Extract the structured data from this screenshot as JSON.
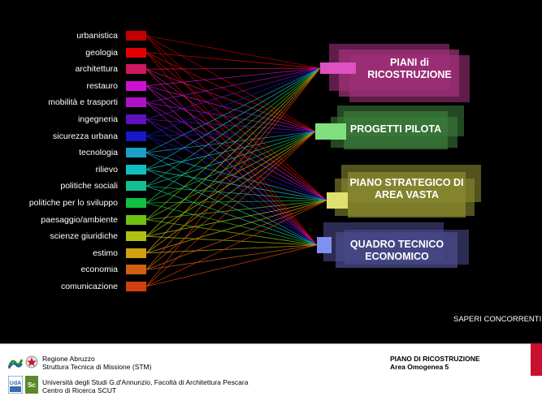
{
  "disciplines": [
    {
      "label": "urbanistica",
      "color": "#c00000"
    },
    {
      "label": "geologia",
      "color": "#e00000"
    },
    {
      "label": "architettura",
      "color": "#d01860"
    },
    {
      "label": "restauro",
      "color": "#d010d0"
    },
    {
      "label": "mobilità e trasporti",
      "color": "#b010c8"
    },
    {
      "label": "ingegneria",
      "color": "#6010c0"
    },
    {
      "label": "sicurezza urbana",
      "color": "#1818c8"
    },
    {
      "label": "tecnologia",
      "color": "#18a0c8"
    },
    {
      "label": "rilievo",
      "color": "#10c0c0"
    },
    {
      "label": "politiche sociali",
      "color": "#10c090"
    },
    {
      "label": "politiche per lo sviluppo",
      "color": "#10c040"
    },
    {
      "label": "paesaggio/ambiente",
      "color": "#70c010"
    },
    {
      "label": "scienze giuridiche",
      "color": "#b0c010"
    },
    {
      "label": "estimo",
      "color": "#d0a010"
    },
    {
      "label": "economia",
      "color": "#d06010"
    },
    {
      "label": "comunicazione",
      "color": "#d04010"
    }
  ],
  "outputs": [
    {
      "label": "PIANI di RICOSTRUZIONE",
      "block_color": "#a0307a",
      "node_color": "#e050c0"
    },
    {
      "label": "PROGETTI PILOTA",
      "block_color": "#3a7a3a",
      "node_color": "#80e080"
    },
    {
      "label": "PIANO STRATEGICO DI AREA VASTA",
      "block_color": "#8a8a30",
      "node_color": "#e0e070"
    },
    {
      "label": "QUADRO TECNICO ECONOMICO",
      "block_color": "#4a4a8a",
      "node_color": "#8090f0"
    }
  ],
  "caption": "SAPERI CONCORRENTI",
  "footer": {
    "region_line1": "Regione Abruzzo",
    "region_line2": "Struttura Tecnica di Missione (STM)",
    "univ_line1": "Università degli Studi G.d'Annunzio,  Facoltà di Architettura Pescara",
    "univ_line2": "Centro di  Ricerca SCUT",
    "doc_title": "PIANO DI RICOSTRUZIONE",
    "doc_subtitle": "Area Omogenea 5",
    "logo_ud_text": "UdA",
    "logo_sc_text": "Sc"
  }
}
